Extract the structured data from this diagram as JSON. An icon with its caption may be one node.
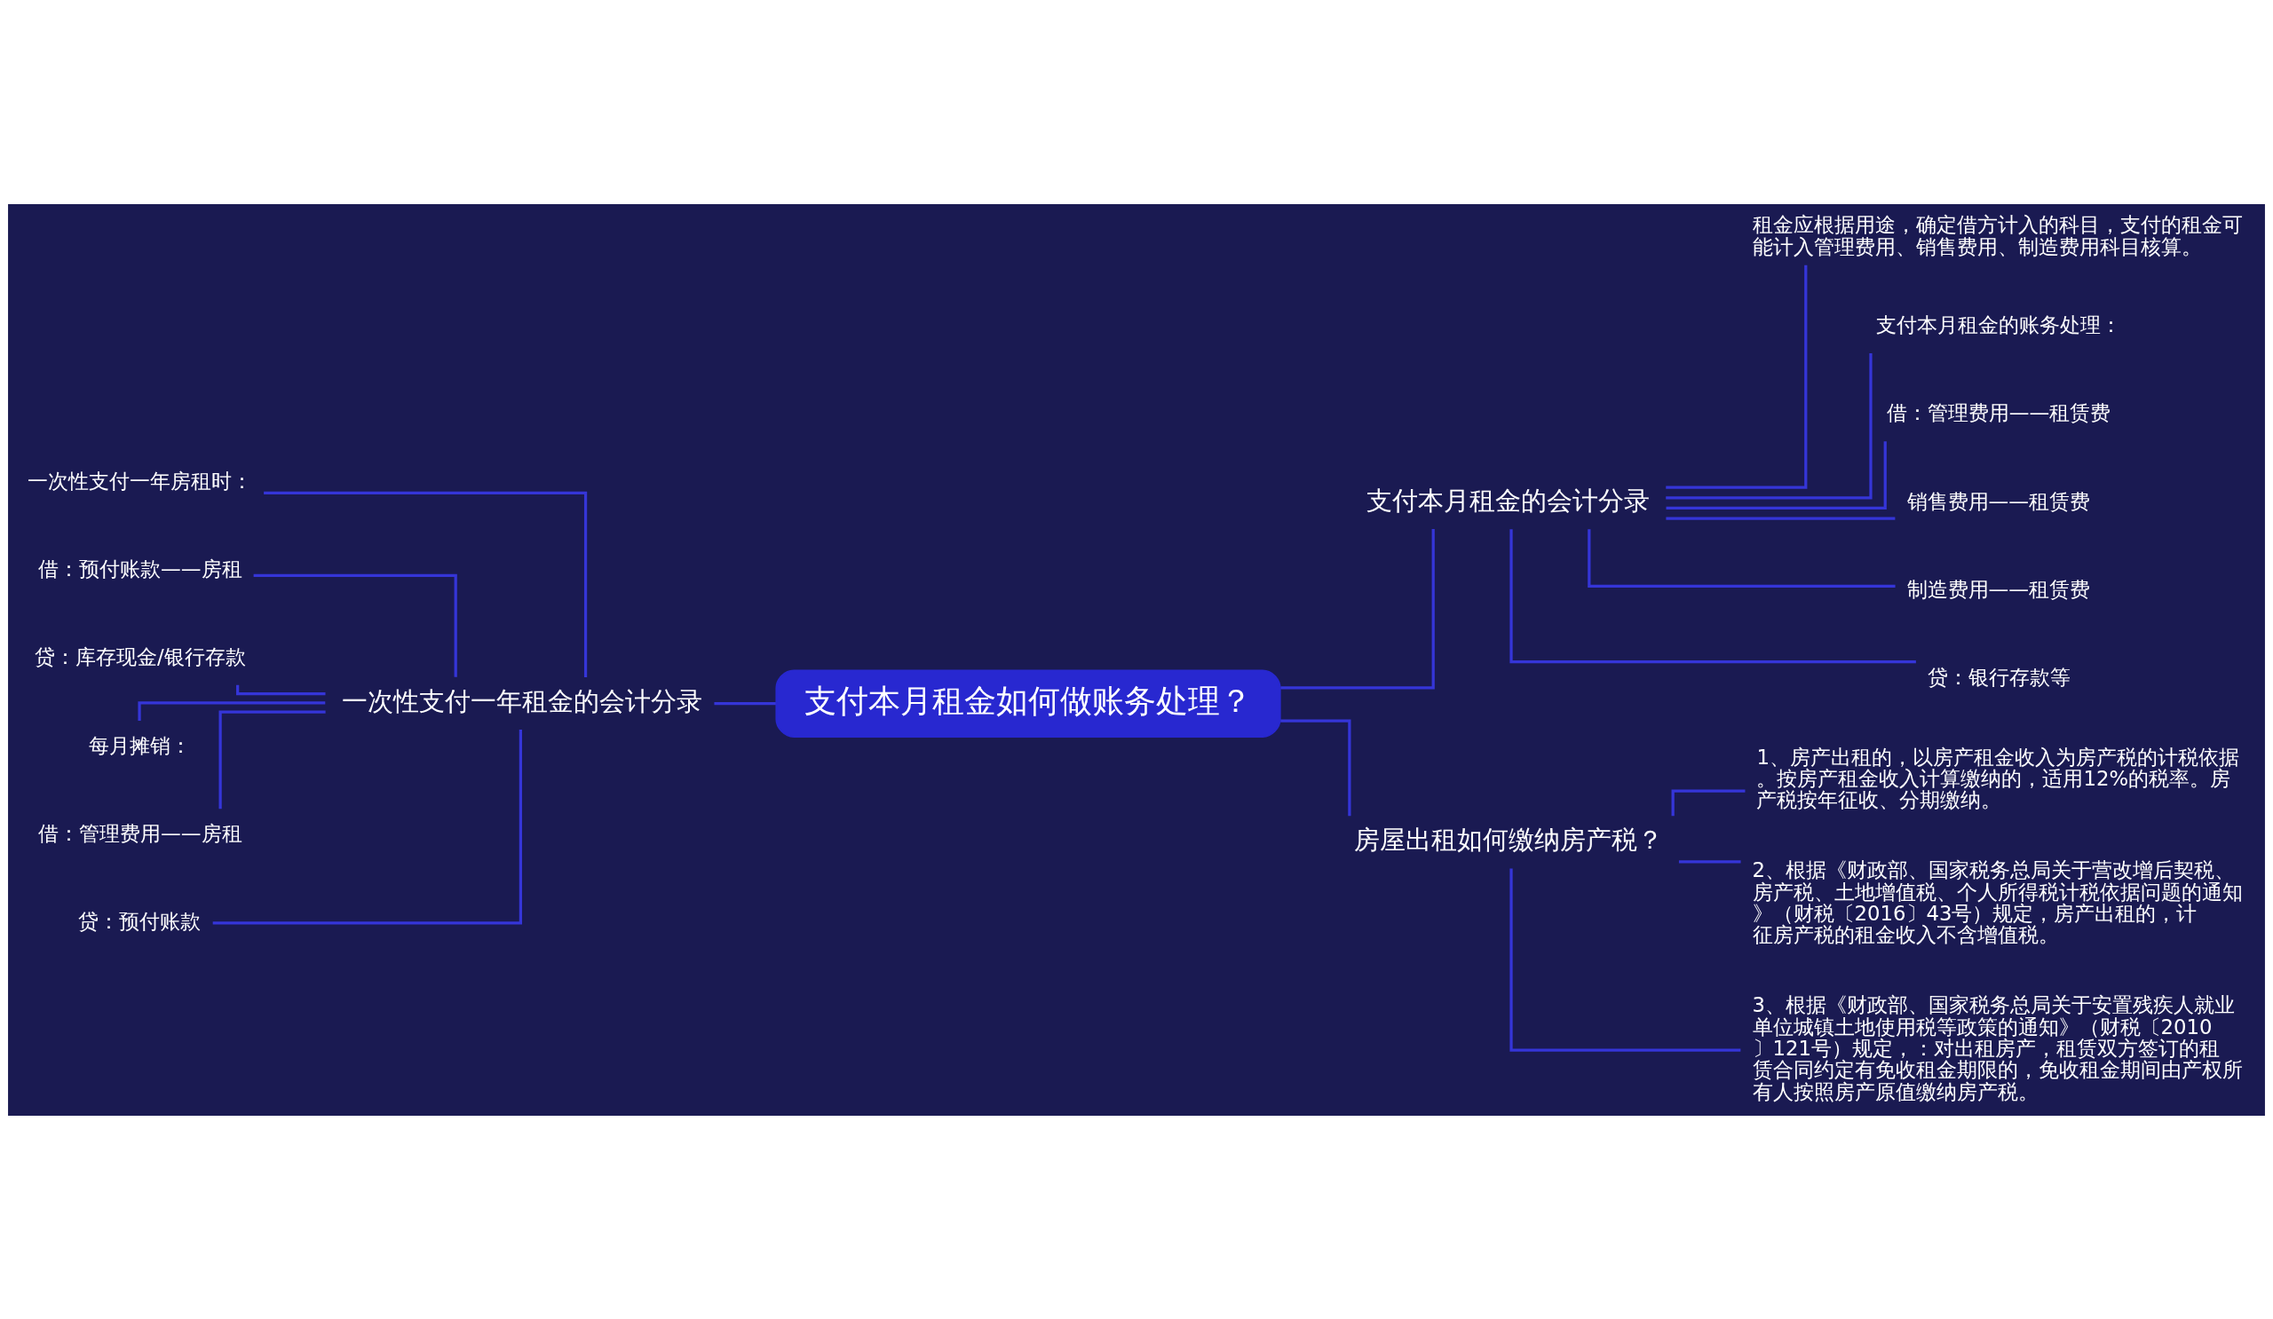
{
  "diagram": {
    "nodes": [
      {
        "text": [
          "支付本月租金如何做账务处理？"
        ]
      },
      {
        "text": [
          "支付本月租金的会计分录"
        ]
      },
      {
        "text": [
          "租金应根据用途，确定借方计入的科目，支付的租金可能计入管理费用、销售费用、制造费用科目核算。"
        ]
      },
      {
        "text": [
          "支付本月租金的账务处理："
        ]
      },
      {
        "text": [
          "借：管理费用——租赁费"
        ]
      },
      {
        "text": [
          "销售费用——租赁费"
        ]
      },
      {
        "text": [
          "制造费用——租赁费"
        ]
      },
      {
        "text": [
          "贷：银行存款等"
        ]
      },
      {
        "text": [
          "房屋出租如何缴纳房产税？"
        ]
      },
      {
        "text": [
          "1、房产出租的，以房产租金收入为房产税的计税依据。按房产租金收入计算缴纳的，适用12%的税率。房产税按年征收、分期缴纳。"
        ]
      },
      {
        "text": [
          "2、根据《财政部、国家税务总局关于营改增后契税、房产税、土地增值税、个人所得税计税依据问题的通知》（财税〔2016〕43号）规定，房产出租的，计征房产税的租金收入不含增值税。"
        ]
      },
      {
        "text": [
          "3、根据《财政部、国家税务总局关于安置残疾人就业单位城镇土地使用税等政策的通知》（财税〔2010〕121号）规定，：对出租房产，租赁双方签订的租赁合同约定有免收租金期限的，免收租金期间由产权所有人按照房产原值缴纳房产税。"
        ]
      },
      {
        "text": [
          "一次性支付一年租金的会计分录"
        ]
      },
      {
        "text": [
          "一次性支付一年房租时："
        ]
      },
      {
        "text": [
          "借：预付账款——房租"
        ]
      },
      {
        "text": [
          "贷：库存现金/银行存款"
        ]
      },
      {
        "text": [
          "每月摊销："
        ]
      },
      {
        "text": [
          "借：管理费用——房租"
        ]
      },
      {
        "text": [
          "贷：预付账款"
        ]
      }
    ],
    "edges": [
      {
        "from": 0,
        "to": 1,
        "arrow": "none"
      },
      {
        "from": 1,
        "to": 2,
        "arrow": "none"
      },
      {
        "from": 1,
        "to": 3,
        "arrow": "none"
      },
      {
        "from": 1,
        "to": 4,
        "arrow": "none"
      },
      {
        "from": 1,
        "to": 5,
        "arrow": "none"
      },
      {
        "from": 1,
        "to": 6,
        "arrow": "none"
      },
      {
        "from": 1,
        "to": 7,
        "arrow": "none"
      },
      {
        "from": 0,
        "to": 8,
        "arrow": "none"
      },
      {
        "from": 8,
        "to": 9,
        "arrow": "none"
      },
      {
        "from": 8,
        "to": 10,
        "arrow": "none"
      },
      {
        "from": 8,
        "to": 11,
        "arrow": "none"
      },
      {
        "from": 0,
        "to": 12,
        "arrow": "none"
      },
      {
        "from": 12,
        "to": 13,
        "arrow": "none"
      },
      {
        "from": 12,
        "to": 14,
        "arrow": "none"
      },
      {
        "from": 12,
        "to": 15,
        "arrow": "none"
      },
      {
        "from": 12,
        "to": 16,
        "arrow": "none"
      },
      {
        "from": 12,
        "to": 17,
        "arrow": "none"
      },
      {
        "from": 12,
        "to": 18,
        "arrow": "none"
      }
    ]
  }
}
